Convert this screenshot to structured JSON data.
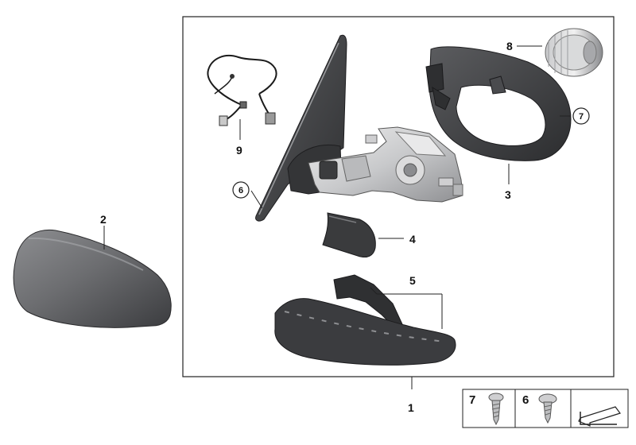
{
  "callouts": {
    "c1": "1",
    "c2": "2",
    "c3": "3",
    "c4": "4",
    "c5": "5",
    "c6": "6",
    "c7": "7",
    "c8": "8",
    "c9": "9"
  },
  "legend": {
    "screw_7": "7",
    "screw_6": "6"
  },
  "colors": {
    "part_dark": "#3a3a3c",
    "part_mid": "#8e8f92",
    "part_light": "#d4d5d7",
    "line": "#222222"
  }
}
